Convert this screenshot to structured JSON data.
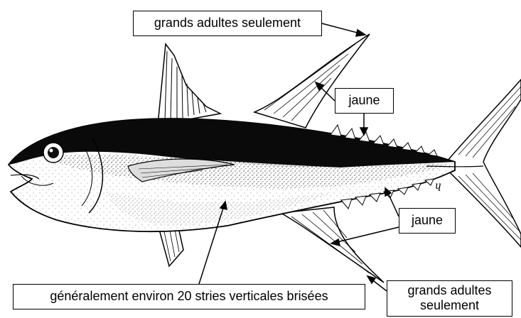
{
  "labels": {
    "top": "grands adultes seulement",
    "jaune_upper": "jaune",
    "jaune_lower": "jaune",
    "bottom": "généralement environ 20 stries verticales brisées",
    "bottom_right": "grands adultes seulement"
  },
  "colors": {
    "ink": "#000000",
    "paper": "#ffffff"
  }
}
